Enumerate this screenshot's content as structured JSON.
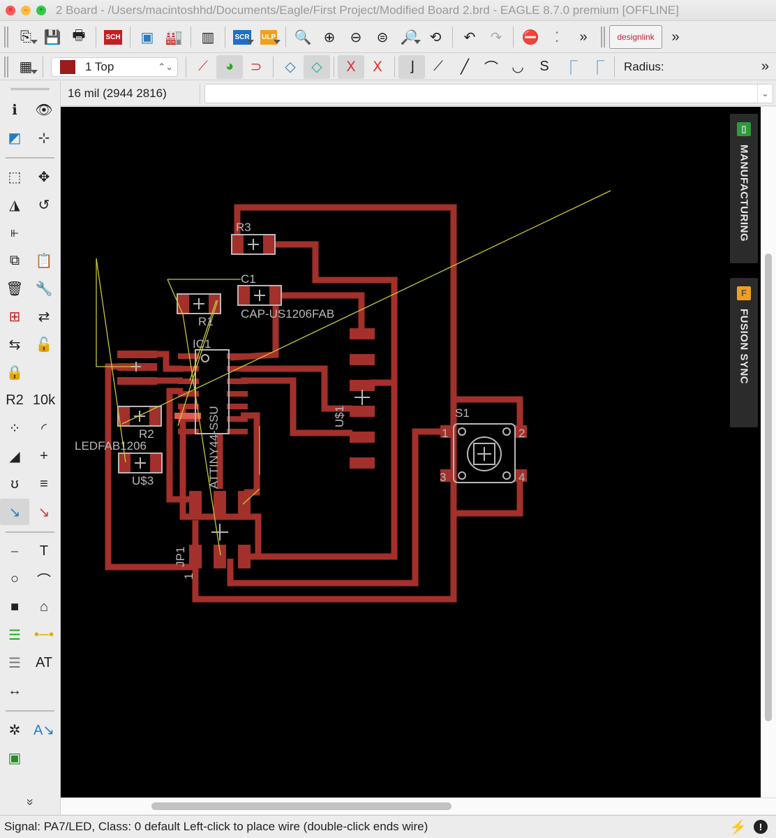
{
  "window": {
    "title": "2 Board - /Users/macintoshhd/Documents/Eagle/First Project/Modified Board 2.brd - EAGLE 8.7.0 premium [OFFLINE]"
  },
  "toolbar1": [
    {
      "t": "grip"
    },
    {
      "n": "open-icon",
      "g": "⎘",
      "dd": 1
    },
    {
      "n": "save-icon",
      "g": "💾"
    },
    {
      "n": "print-icon",
      "g": "🖶"
    },
    {
      "t": "sep"
    },
    {
      "n": "sch-brd-switch-icon",
      "g": "SCH",
      "c": "#c41f1f",
      "small": 1
    },
    {
      "t": "sep"
    },
    {
      "n": "cam-processor-icon",
      "g": "▣",
      "c": "#2a7bbf"
    },
    {
      "n": "manufacturing-icon",
      "g": "🏭"
    },
    {
      "t": "sep"
    },
    {
      "n": "library-icon",
      "g": "▥"
    },
    {
      "t": "sep"
    },
    {
      "n": "script-icon",
      "g": "SCR",
      "c": "#1f6fc4",
      "small": 1,
      "dd": 1
    },
    {
      "n": "ulp-icon",
      "g": "ULP",
      "c": "#f0a020",
      "small": 1,
      "dd": 1
    },
    {
      "t": "sep"
    },
    {
      "n": "zoom-fit-icon",
      "g": "🔍"
    },
    {
      "n": "zoom-in-icon",
      "g": "⊕"
    },
    {
      "n": "zoom-out-icon",
      "g": "⊖"
    },
    {
      "n": "zoom-select-icon",
      "g": "⊜"
    },
    {
      "n": "zoom-area-icon",
      "g": "🔎",
      "dd": 1
    },
    {
      "n": "redraw-icon",
      "g": "⟲"
    },
    {
      "t": "sep"
    },
    {
      "n": "undo-icon",
      "g": "↶"
    },
    {
      "n": "redo-icon",
      "g": "↷",
      "c": "#aaa"
    },
    {
      "t": "sep"
    },
    {
      "n": "stop-icon",
      "g": "⛔",
      "c": "#e02020"
    },
    {
      "n": "go-icon",
      "g": "⁚",
      "c": "#777"
    },
    {
      "n": "more-icon",
      "g": "»"
    },
    {
      "t": "grip"
    },
    {
      "n": "design-link-button",
      "g": "designlink",
      "wide": 1
    },
    {
      "n": "overflow-icon",
      "g": "»"
    }
  ],
  "layer": {
    "label": "1 Top",
    "color": "#9a1c1c"
  },
  "toolbar2": [
    {
      "n": "ripup-icon",
      "g": "⟋",
      "c": "#d33"
    },
    {
      "n": "walkaround-icon",
      "g": "◕",
      "c": "#2a2",
      "active": 1
    },
    {
      "n": "push-icon",
      "g": "⊃",
      "c": "#d33"
    },
    {
      "t": "sep"
    },
    {
      "n": "loop-remove-icon",
      "g": "◇",
      "c": "#2a7bbf"
    },
    {
      "n": "loop-remove-off-icon",
      "g": "◇",
      "c": "#2a9",
      "active": 1
    },
    {
      "t": "sep"
    },
    {
      "n": "diff-pair-icon",
      "g": "Ⅹ",
      "c": "#d33",
      "active": 1
    },
    {
      "n": "diff-pair-off-icon",
      "g": "Ⅹ",
      "c": "#d33"
    },
    {
      "t": "sep"
    },
    {
      "n": "bend-90-icon",
      "g": "⌋",
      "active": 1
    },
    {
      "n": "bend-45-icon",
      "g": "⟋"
    },
    {
      "n": "bend-straight-icon",
      "g": "╱"
    },
    {
      "n": "bend-arc-icon",
      "g": "⌒"
    },
    {
      "n": "bend-arc2-icon",
      "g": "◡"
    },
    {
      "n": "bend-free-icon",
      "g": "S"
    },
    {
      "n": "miter-round-icon",
      "g": "⎾",
      "c": "#2a7bbf"
    },
    {
      "n": "miter-straight-icon",
      "g": "⎾",
      "c": "#2a7bbf"
    },
    {
      "t": "sep"
    }
  ],
  "radius_label": "Radius:",
  "more_label": "»",
  "coord": "16 mil (2944 2816)",
  "command": {
    "value": ""
  },
  "left_toolbar": [
    [
      {
        "n": "info-icon",
        "g": "ℹ"
      },
      {
        "n": "show-icon",
        "g": "👁"
      }
    ],
    [
      {
        "n": "display-layers-icon",
        "g": "◩",
        "c": "#2a7bbf"
      },
      {
        "n": "mark-icon",
        "g": "⊹"
      }
    ],
    "div",
    [
      {
        "n": "group-select-icon",
        "g": "⬚"
      },
      {
        "n": "move-icon",
        "g": "✥"
      }
    ],
    [
      {
        "n": "mirror-icon",
        "g": "◮"
      },
      {
        "n": "rotate-icon",
        "g": "↺"
      }
    ],
    [
      {
        "n": "align-icon",
        "g": "⫦"
      }
    ],
    [
      {
        "n": "copy-icon",
        "g": "⧉"
      },
      {
        "n": "paste-icon",
        "g": "📋"
      }
    ],
    [
      {
        "n": "delete-icon",
        "g": "🗑"
      },
      {
        "n": "wrench-icon",
        "g": "🔧"
      }
    ],
    [
      {
        "n": "add-icon",
        "g": "⊞",
        "c": "#c41f1f"
      },
      {
        "n": "replace-icon",
        "g": "⇄"
      }
    ],
    [
      {
        "n": "swap-icon",
        "g": "⇆"
      },
      {
        "n": "lock-rotate-icon",
        "g": "🔓"
      }
    ],
    [
      {
        "n": "lock-icon",
        "g": "🔒"
      }
    ],
    [
      {
        "n": "name-icon",
        "g": "R2"
      },
      {
        "n": "value-icon",
        "g": "10k"
      }
    ],
    [
      {
        "n": "smash-icon",
        "g": "⁘"
      },
      {
        "n": "miter-icon",
        "g": "◜"
      }
    ],
    [
      {
        "n": "split-icon",
        "g": "◢"
      },
      {
        "n": "optimize-icon",
        "g": "+"
      }
    ],
    [
      {
        "n": "meander-icon",
        "g": "ʊ"
      },
      {
        "n": "lengths-icon",
        "g": "≡"
      }
    ],
    [
      {
        "n": "route-icon",
        "g": "↘",
        "c": "#2a7bbf",
        "active": 1
      },
      {
        "n": "ripup-route-icon",
        "g": "↘",
        "c": "#d33"
      }
    ],
    "div",
    [
      {
        "n": "line-icon",
        "g": "⎯"
      },
      {
        "n": "text-icon",
        "g": "T"
      }
    ],
    [
      {
        "n": "circle-icon",
        "g": "○"
      },
      {
        "n": "arc-icon",
        "g": "⌒"
      }
    ],
    [
      {
        "n": "rectangle-icon",
        "g": "■"
      },
      {
        "n": "polygon-icon",
        "g": "⌂"
      }
    ],
    [
      {
        "n": "via-icon",
        "g": "☰",
        "c": "#2a2"
      },
      {
        "n": "signal-icon",
        "g": "•─•",
        "c": "#d8b000"
      }
    ],
    [
      {
        "n": "hole-icon",
        "g": "☰",
        "c": "#777"
      },
      {
        "n": "attribute-icon",
        "g": "AT"
      }
    ],
    [
      {
        "n": "dimension-icon",
        "g": "↔"
      }
    ],
    "div",
    [
      {
        "n": "ratsnest-icon",
        "g": "✲"
      },
      {
        "n": "autorouter-icon",
        "g": "A↘",
        "c": "#2a7bbf"
      }
    ],
    [
      {
        "n": "drc-icon",
        "g": "▣",
        "c": "#2a8a2a"
      }
    ]
  ],
  "left_more": "»",
  "side_panels": [
    {
      "label": "MANUFACTURING",
      "icon": "chip-icon",
      "color": "#2e9a3a"
    },
    {
      "label": "FUSION SYNC",
      "icon": "fusion-icon",
      "icon_text": "F",
      "color": "#f0a020"
    }
  ],
  "board": {
    "labels": {
      "r3": "R3",
      "c1": "C1",
      "cap": "CAP-US1206FAB",
      "r1": "R1",
      "ic1": "IC1",
      "attiny": "ATTINY44-SSU",
      "r2": "R2",
      "led": "LEDFAB1206",
      "us3": "U$3",
      "us1": "U$1",
      "s1": "S1",
      "jp1": "JP1",
      "jp1_pin": "1",
      "p1": "1",
      "p2": "2",
      "p3": "3",
      "p4": "4"
    },
    "colors": {
      "trace": "#a3302a",
      "silk": "#b8b8b8",
      "airwire": "#c8c83a",
      "bg": "#000000"
    }
  },
  "status": {
    "text": "Signal: PA7/LED, Class: 0 default Left-click to place wire (double-click ends wire)"
  }
}
